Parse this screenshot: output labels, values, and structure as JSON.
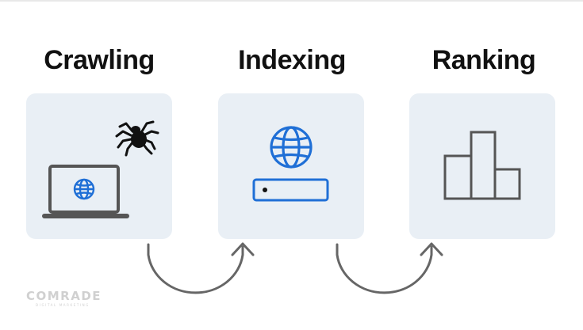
{
  "steps": [
    {
      "title": "Crawling",
      "icon": "spider-laptop-icon"
    },
    {
      "title": "Indexing",
      "icon": "globe-server-icon"
    },
    {
      "title": "Ranking",
      "icon": "bar-chart-icon"
    }
  ],
  "logo": {
    "name": "COMRADE",
    "tagline": "DIGITAL MARKETING"
  },
  "colors": {
    "card_background": "#e9eff5",
    "accent_blue": "#1f6fd6",
    "icon_gray": "#555555",
    "arrow_gray": "#666666",
    "title_color": "#111111"
  }
}
